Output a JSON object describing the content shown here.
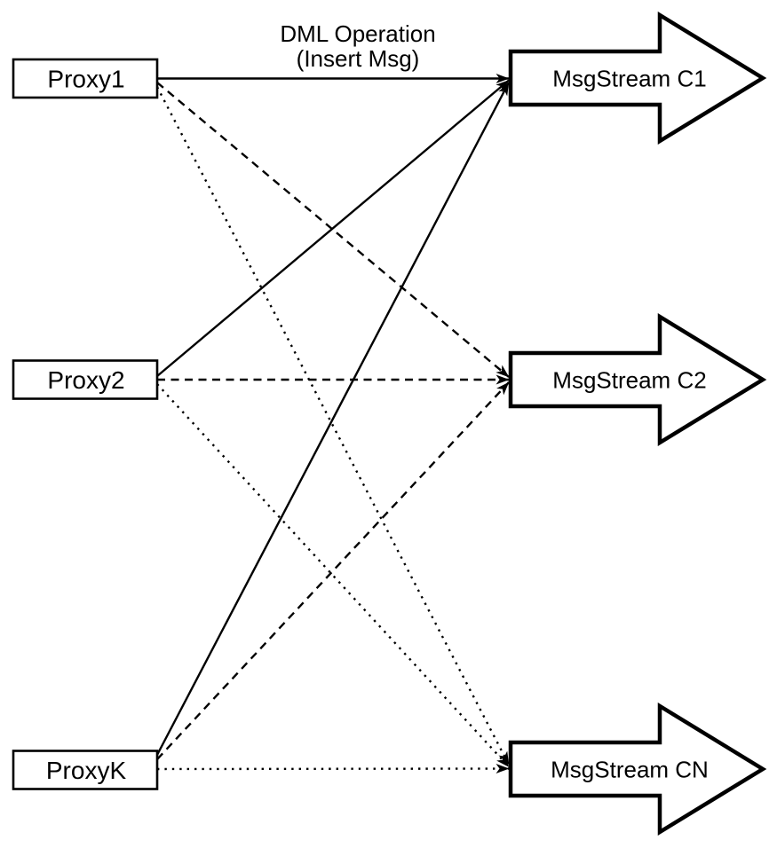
{
  "diagram": {
    "type": "proxy-to-msgstream-topology",
    "colors": {
      "stroke": "#000000",
      "shape_fill": "#ffffff",
      "background": "#ffffff"
    },
    "annotation": {
      "line1": "DML Operation",
      "line2": "(Insert Msg)"
    },
    "proxies": [
      {
        "label": "Proxy1"
      },
      {
        "label": "Proxy2"
      },
      {
        "label": "ProxyK"
      }
    ],
    "streams": [
      {
        "label": "MsgStream C1"
      },
      {
        "label": "MsgStream C2"
      },
      {
        "label": "MsgStream CN"
      }
    ],
    "connections": [
      {
        "from": "Proxy1",
        "to": "MsgStream C1",
        "style": "solid"
      },
      {
        "from": "Proxy2",
        "to": "MsgStream C1",
        "style": "solid"
      },
      {
        "from": "ProxyK",
        "to": "MsgStream C1",
        "style": "solid"
      },
      {
        "from": "Proxy1",
        "to": "MsgStream C2",
        "style": "dashed"
      },
      {
        "from": "Proxy2",
        "to": "MsgStream C2",
        "style": "dashed"
      },
      {
        "from": "ProxyK",
        "to": "MsgStream C2",
        "style": "dashed"
      },
      {
        "from": "Proxy1",
        "to": "MsgStream CN",
        "style": "dotted"
      },
      {
        "from": "Proxy2",
        "to": "MsgStream CN",
        "style": "dotted"
      },
      {
        "from": "ProxyK",
        "to": "MsgStream CN",
        "style": "dotted"
      }
    ]
  }
}
